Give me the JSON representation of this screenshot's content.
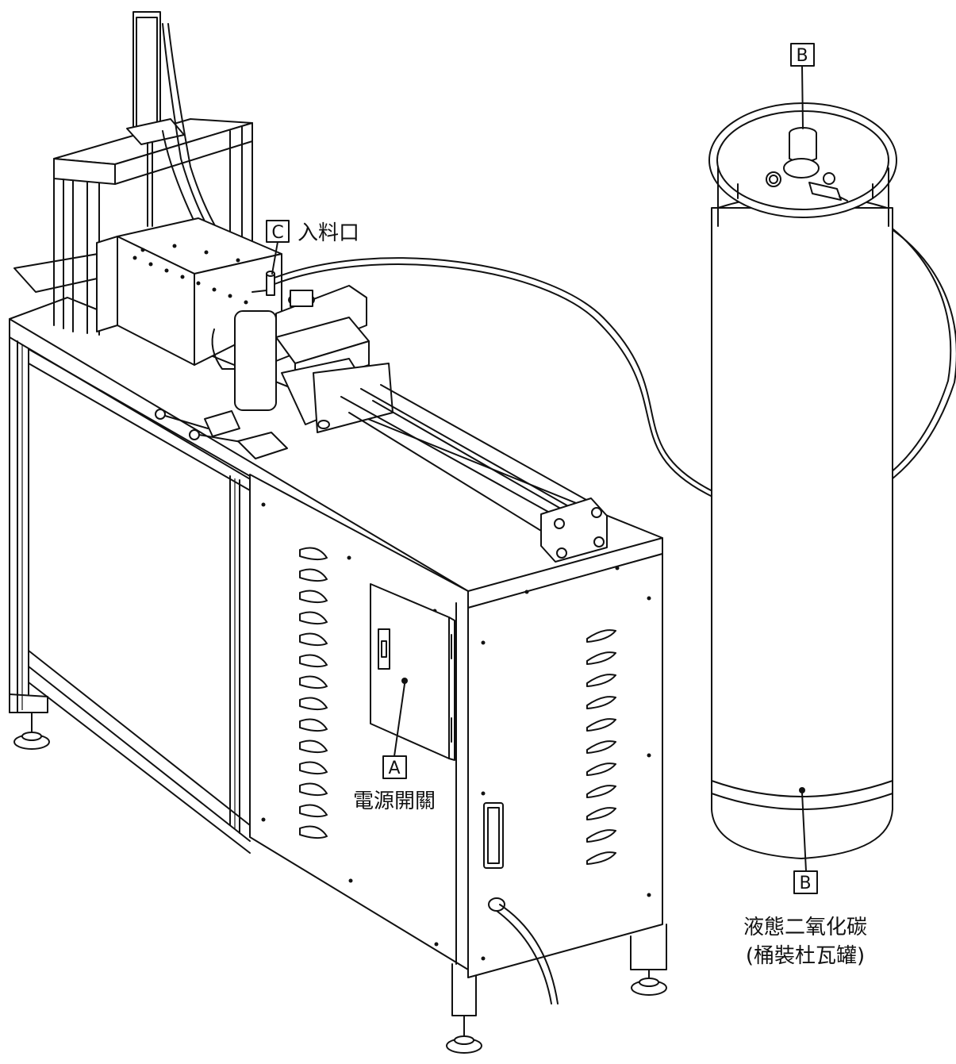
{
  "labels": {
    "feed_port": {
      "code": "C",
      "text": "入料口"
    },
    "power_switch": {
      "code": "A",
      "text": "電源開關"
    },
    "cylinder_top": {
      "code": "B"
    },
    "cylinder_body": {
      "code": "B",
      "line1": "液態二氧化碳",
      "line2": "(桶裝杜瓦罐)"
    }
  },
  "colors": {
    "line": "#111111",
    "background": "#ffffff"
  }
}
